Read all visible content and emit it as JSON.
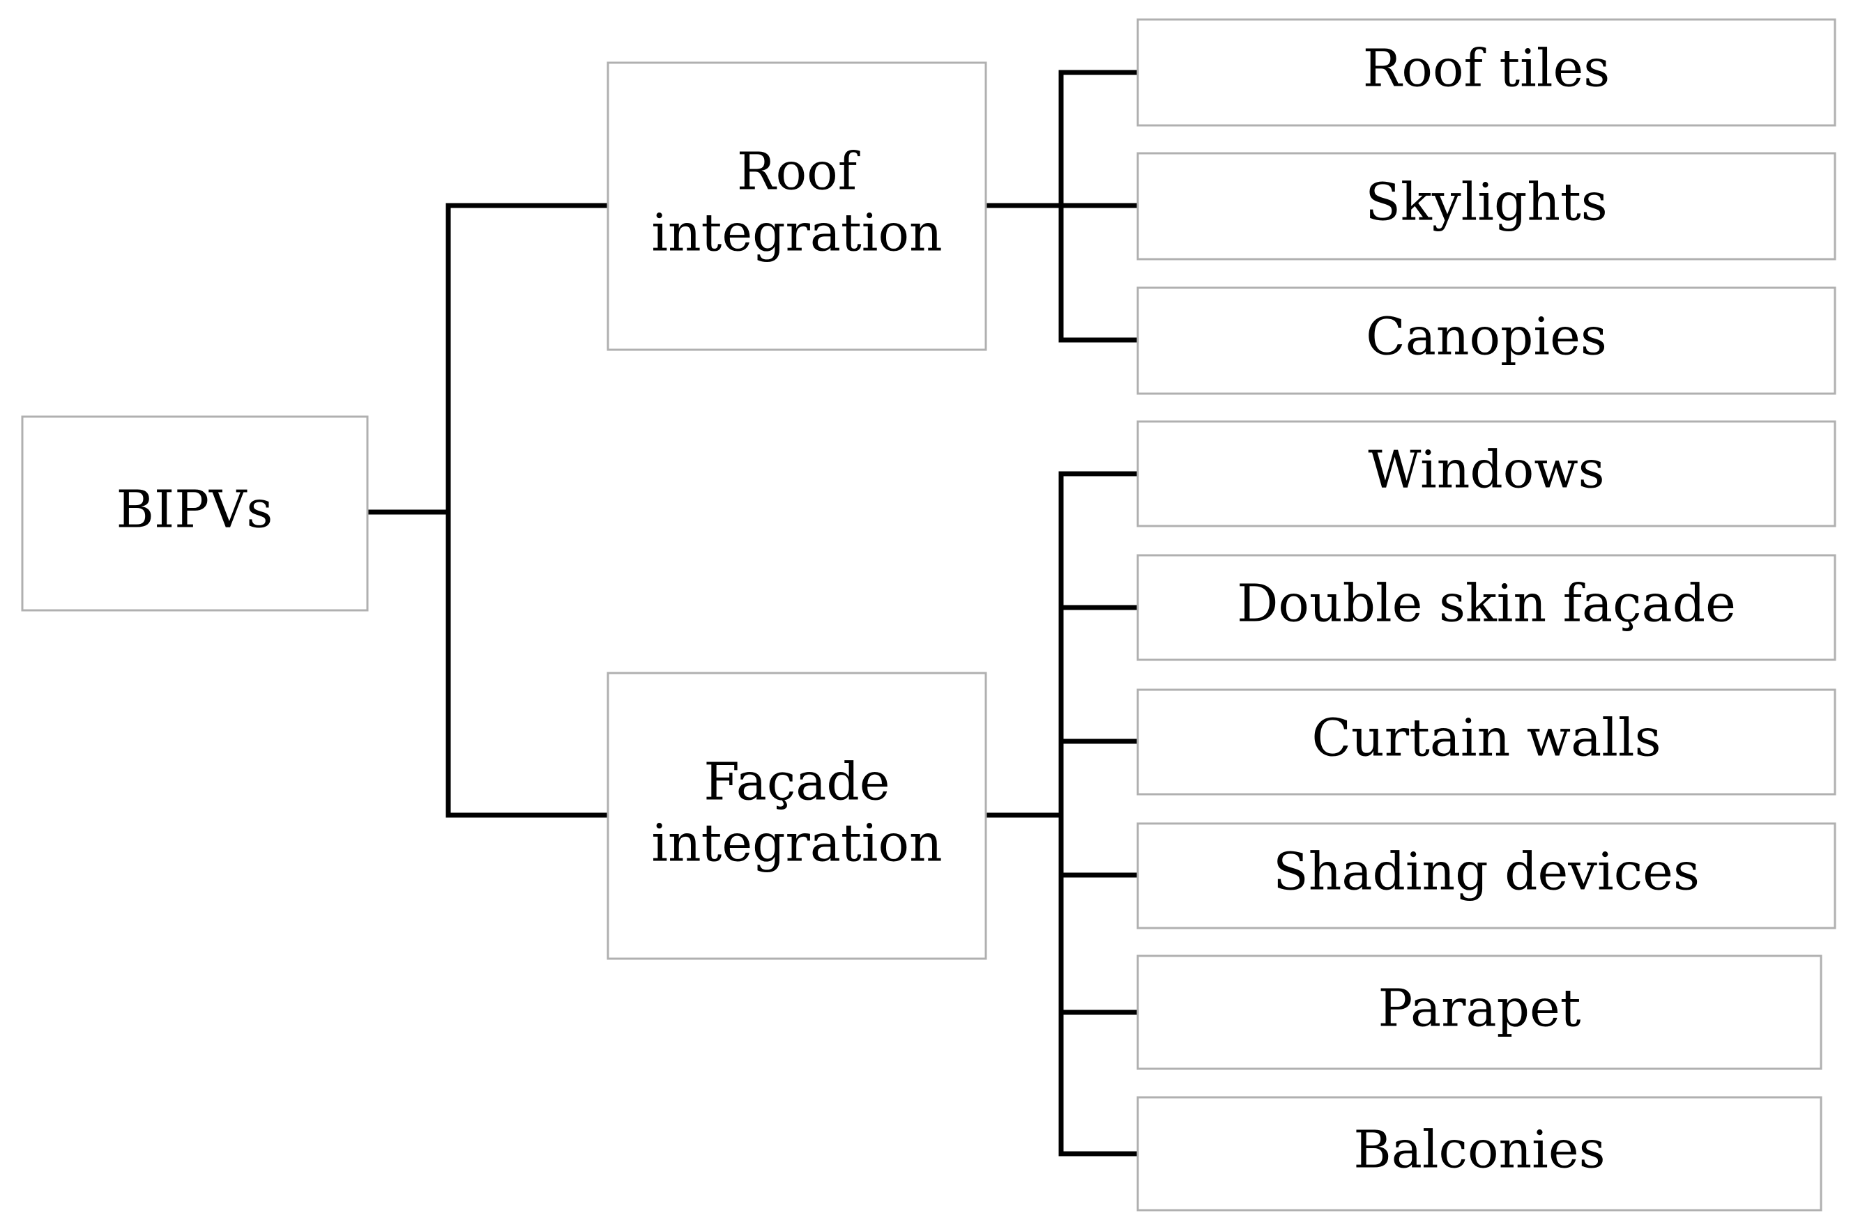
{
  "root": {
    "label": "BIPVs"
  },
  "roof": {
    "label_line1": "Roof",
    "label_line2": "integration",
    "items": [
      "Roof tiles",
      "Skylights",
      "Canopies"
    ]
  },
  "facade": {
    "label_line1": "Façade",
    "label_line2": "integration",
    "items": [
      "Windows",
      "Double skin façade",
      "Curtain walls",
      "Shading devices",
      "Parapet",
      "Balconies"
    ]
  }
}
